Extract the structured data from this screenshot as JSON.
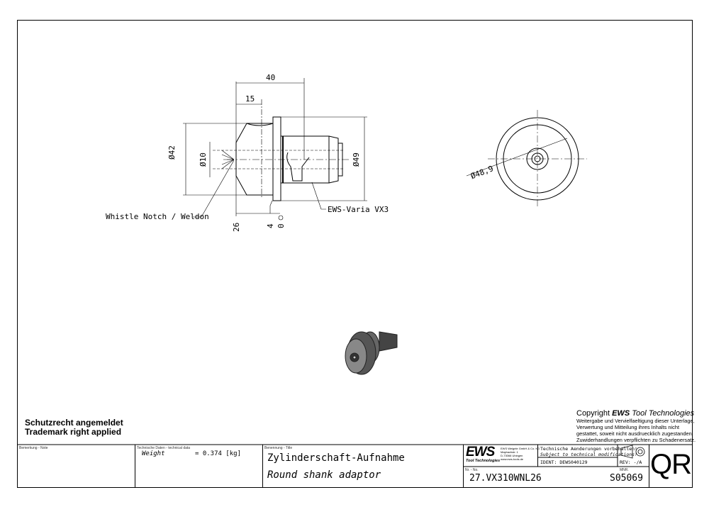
{
  "drawing": {
    "dimensions": {
      "d40": "40",
      "d15": "15",
      "dia42": "Ø42",
      "dia10": "Ø10",
      "dia49": "Ø49",
      "dia489": "Ø48,9",
      "pos26": "26",
      "pos4": "4",
      "pos0": "0"
    },
    "callouts": {
      "notch": "Whistle Notch / Weldon",
      "varia": "EWS-Varia VX3"
    }
  },
  "notice": {
    "line1": "Schutzrecht angemeldet",
    "line2": "Trademark right applied"
  },
  "copyright": {
    "prefix": "Copyright ",
    "brand": "EWS",
    "suffix": " Tool Technologies",
    "lines": [
      "Weitergabe und Vervielfaeltigung dieser Unterlage,",
      "Verwertung und Mitteilung ihres Inhalts nicht",
      "gestattet, soweit nicht ausdruecklich zugestanden.",
      "Zuwiderhandlungen verpflichten zu Schadenersatz."
    ]
  },
  "title_block": {
    "note_label": "Bemerkung - Note",
    "tech_label": "Technische Daten - technical data",
    "weight_label": "Weight",
    "weight_value": "= 0.374 [kg]",
    "title_label": "Benennung - Title",
    "title_de": "Zylinderschaft-Aufnahme",
    "title_en": "Round shank adaptor",
    "logo_text": "EWS",
    "logo_sub": "Tool Technologies",
    "company_lines": [
      "EWS Weigele GmbH & Co. KG",
      "Maybachstr. 1",
      "D-73066 Uhingen",
      "www.ews-tools.de"
    ],
    "change_de": "Technische Aenderungen vorbehalten!",
    "change_en": "Subject to technical modifications!",
    "ident": "IDENT:  DEWS040129",
    "rev": "REV:  -/A",
    "nr_label": "Nr. - No.",
    "number": "27.VX310WNL26",
    "mnr_label": "MNR.",
    "mnr": "S05069",
    "code": "QR"
  }
}
